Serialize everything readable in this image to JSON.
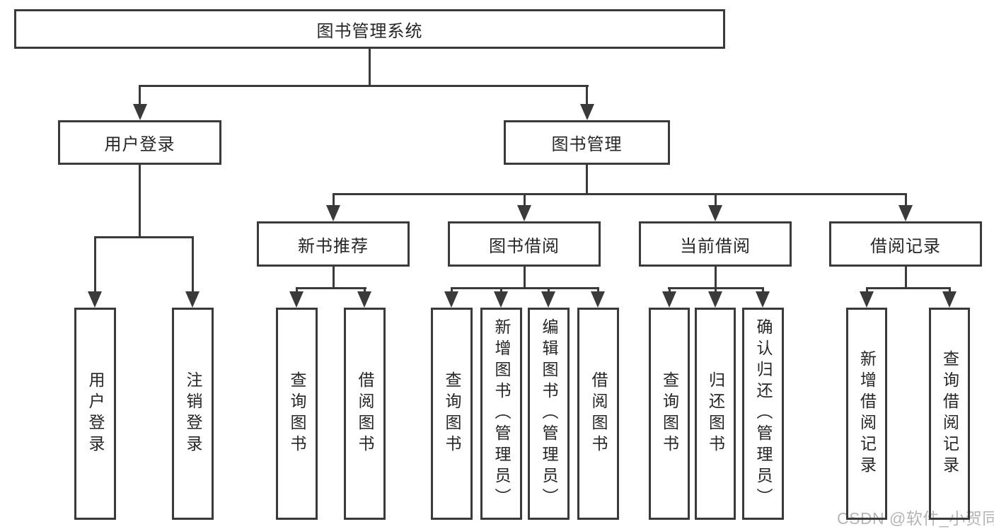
{
  "page": {
    "background": "#ffffff"
  },
  "colors": {
    "line": "#3a3a3a",
    "box_border": "#3a3a3a",
    "box_background": "#ffffff",
    "text": "#262626",
    "watermark_text": "#b5b5b5"
  },
  "watermark": {
    "text": "CSDN @软件_小贺同学"
  },
  "diagram": {
    "type": "hierarchy-tree",
    "root": {
      "label": "图书管理系统",
      "children": [
        {
          "label": "用户登录",
          "children": [
            {
              "label": "用户登录"
            },
            {
              "label": "注销登录"
            }
          ]
        },
        {
          "label": "图书管理",
          "children": [
            {
              "label": "新书推荐",
              "children": [
                {
                  "label": "查询图书"
                },
                {
                  "label": "借阅图书"
                }
              ]
            },
            {
              "label": "图书借阅",
              "children": [
                {
                  "label": "查询图书"
                },
                {
                  "label": "新增图书（管理员）"
                },
                {
                  "label": "编辑图书（管理员）"
                },
                {
                  "label": "借阅图书"
                }
              ]
            },
            {
              "label": "当前借阅",
              "children": [
                {
                  "label": "查询图书"
                },
                {
                  "label": "归还图书"
                },
                {
                  "label": "确认归还（管理员）"
                }
              ]
            },
            {
              "label": "借阅记录",
              "children": [
                {
                  "label": "新增借阅记录"
                },
                {
                  "label": "查询借阅记录"
                }
              ]
            }
          ]
        }
      ]
    }
  }
}
